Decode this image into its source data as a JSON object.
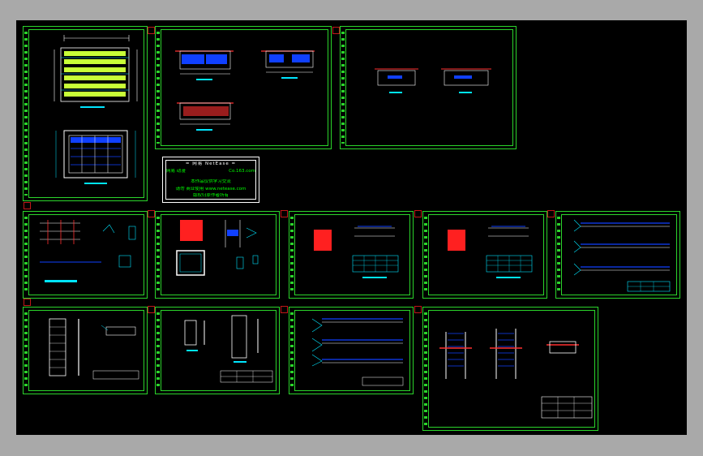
{
  "viewport": {
    "background": "#000000",
    "border_color": "#2bd52b",
    "corner_color": "#c01818"
  },
  "notice": {
    "line1": "= 网易 NetEase =",
    "line2": "网易 动漫",
    "line3_url": "Co.163.com",
    "line4": "本作品仅供学习交流",
    "line5": "请勿 商业使用 www.netease.com",
    "line6": "版权归原作者所有"
  },
  "sheets": [
    {
      "id": "sheet-1",
      "content": "plan"
    },
    {
      "id": "sheet-2",
      "content": "sections"
    },
    {
      "id": "sheet-3",
      "content": "sections-small"
    },
    {
      "id": "sheet-4",
      "content": "details"
    },
    {
      "id": "sheet-5",
      "content": "details"
    },
    {
      "id": "sheet-6",
      "content": "rebar-table"
    },
    {
      "id": "sheet-7",
      "content": "rebar-table"
    },
    {
      "id": "sheet-8",
      "content": "beams"
    },
    {
      "id": "sheet-9",
      "content": "elevations"
    },
    {
      "id": "sheet-10",
      "content": "elevations"
    },
    {
      "id": "sheet-11",
      "content": "beams"
    },
    {
      "id": "sheet-12",
      "content": "wall-sections"
    }
  ]
}
